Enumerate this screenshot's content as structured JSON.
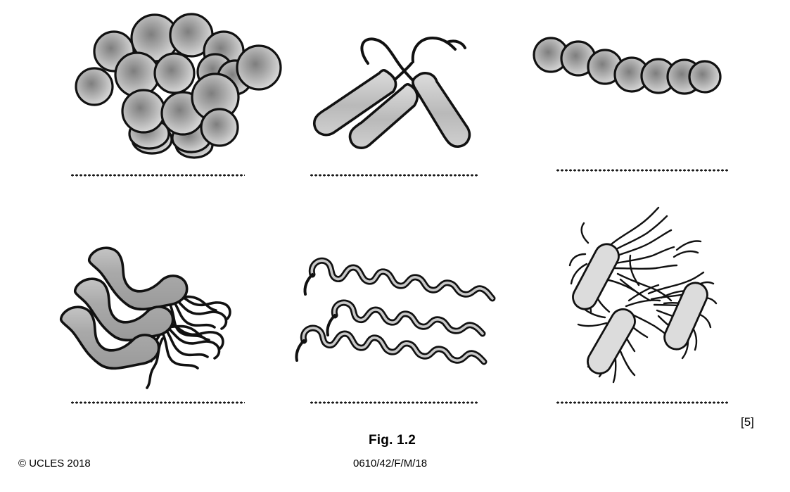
{
  "figure": {
    "caption": "Fig. 1.2",
    "marks": "[5]",
    "panels": [
      {
        "id": "panel-1",
        "icon": "staphylococci-cluster-icon",
        "shape": "cluster of spheres",
        "cell_count": 15,
        "answer_value": ""
      },
      {
        "id": "panel-2",
        "icon": "bacilli-with-polar-flagella-icon",
        "shape": "rods with single polar flagellum",
        "cell_count": 3,
        "answer_value": ""
      },
      {
        "id": "panel-3",
        "icon": "streptococci-chain-icon",
        "shape": "chain of spheres",
        "cell_count": 7,
        "answer_value": ""
      },
      {
        "id": "panel-4",
        "icon": "vibrio-with-flagella-tuft-icon",
        "shape": "curved rods with tuft of flagella",
        "cell_count": 3,
        "answer_value": ""
      },
      {
        "id": "panel-5",
        "icon": "spirochaete-icon",
        "shape": "spiral helical cells",
        "cell_count": 3,
        "answer_value": ""
      },
      {
        "id": "panel-6",
        "icon": "peritrichous-rods-icon",
        "shape": "rods with many flagella all over",
        "cell_count": 3,
        "answer_value": ""
      }
    ]
  },
  "footer": {
    "copyright": "© UCLES 2018",
    "paper_code": "0610/42/F/M/18"
  },
  "colors": {
    "ink": "#000000",
    "cell_fill_light": "#d9d9d9",
    "cell_fill_mid": "#b3b3b3",
    "cell_fill_dark": "#808080",
    "page_background": "#ffffff"
  }
}
